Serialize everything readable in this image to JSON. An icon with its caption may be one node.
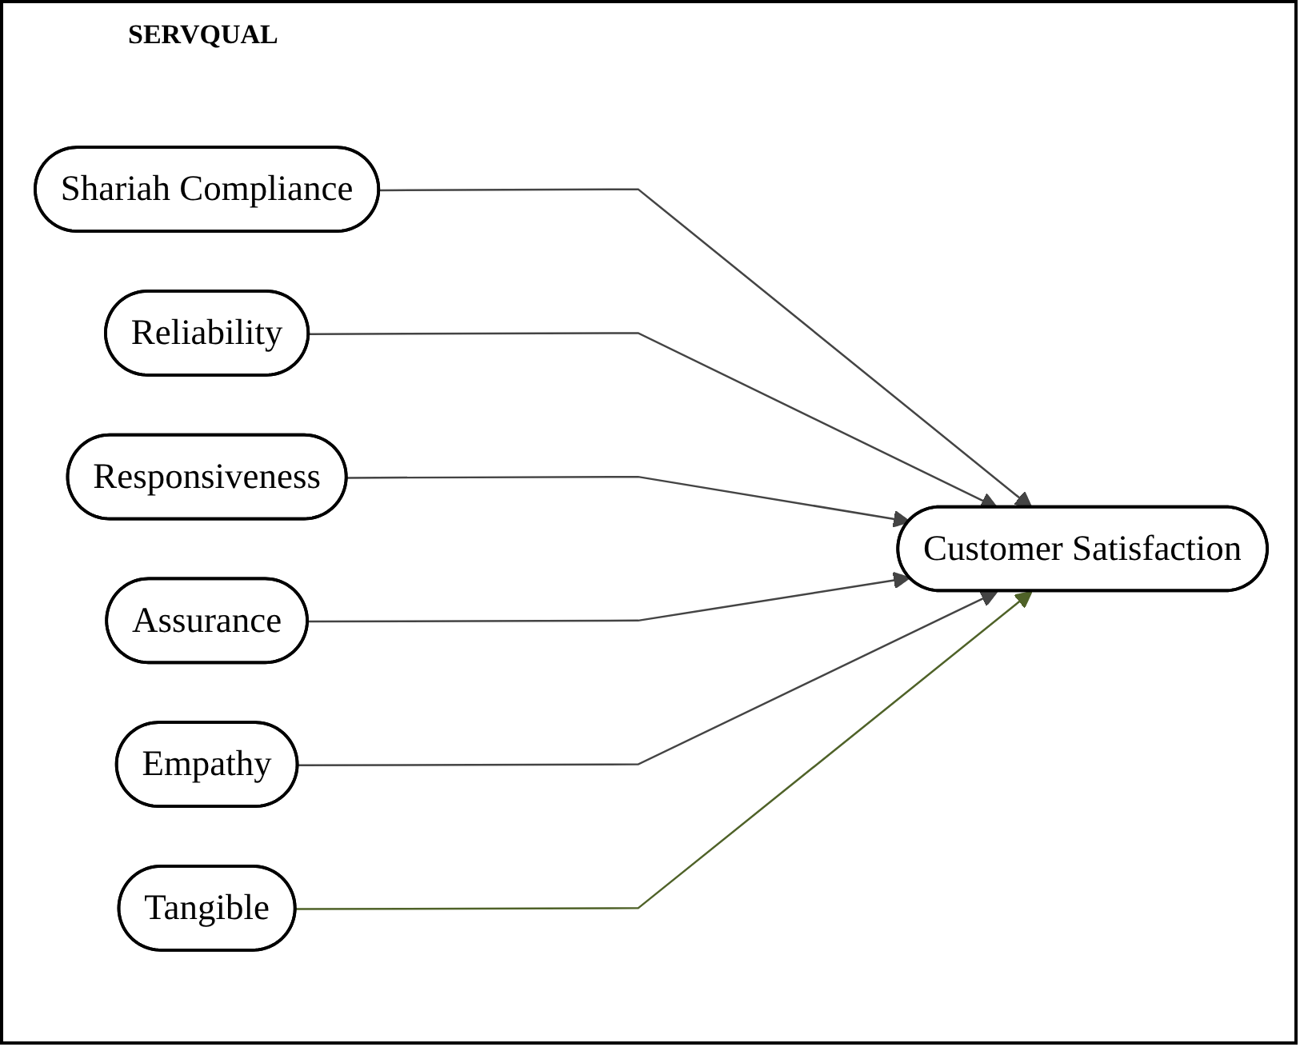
{
  "diagram": {
    "title": "SERVQUAL",
    "nodes": [
      {
        "text": [
          "Shariah Compliance"
        ]
      },
      {
        "text": [
          "Reliability"
        ]
      },
      {
        "text": [
          "Responsiveness"
        ]
      },
      {
        "text": [
          "Assurance"
        ]
      },
      {
        "text": [
          "Empathy"
        ]
      },
      {
        "text": [
          "Tangible"
        ]
      },
      {
        "text": [
          "Customer Satisfaction"
        ]
      }
    ],
    "edges": [
      {
        "from": 0,
        "to": 6,
        "arrow": "to"
      },
      {
        "from": 1,
        "to": 6,
        "arrow": "to"
      },
      {
        "from": 2,
        "to": 6,
        "arrow": "to"
      },
      {
        "from": 3,
        "to": 6,
        "arrow": "to"
      },
      {
        "from": 4,
        "to": 6,
        "arrow": "to"
      },
      {
        "from": 5,
        "to": 6,
        "arrow": "to",
        "color": "#4f6228"
      }
    ]
  }
}
